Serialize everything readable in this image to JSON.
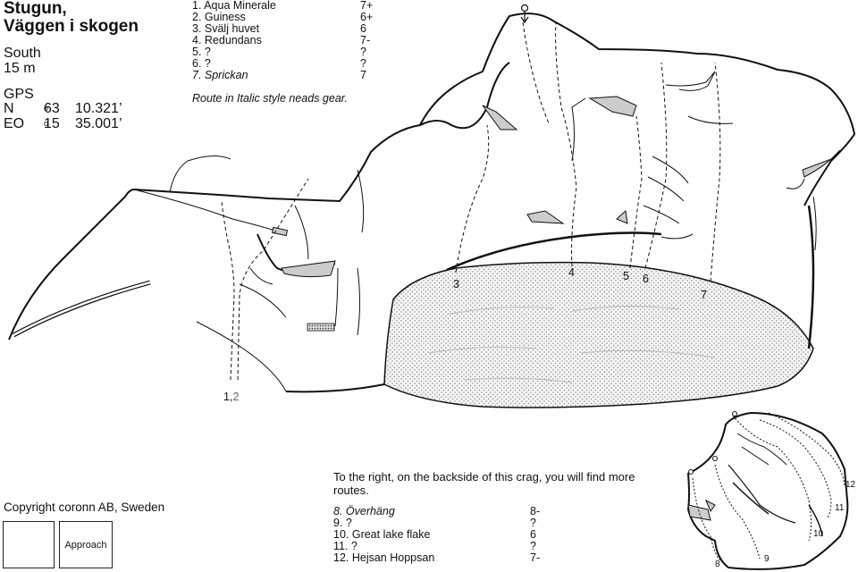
{
  "header": {
    "crag_name": "Stugun,",
    "wall_name": "Väggen i skogen",
    "aspect": "South",
    "height": "15 m",
    "gps_label": "GPS",
    "lat_dir": "N",
    "lat_deg": "63",
    "lat_min": "10.321’",
    "lon_dir": "EO",
    "lon_deg": "15",
    "lon_min": "35.001’",
    "degree_mark": "o"
  },
  "routes": [
    {
      "name": "1. Aqua Minerale",
      "grade": "7+",
      "italic": false
    },
    {
      "name": "2. Guiness",
      "grade": "6+",
      "italic": false
    },
    {
      "name": "3. Svälj huvet",
      "grade": "6",
      "italic": false
    },
    {
      "name": "4. Redundans",
      "grade": "7-",
      "italic": false
    },
    {
      "name": "5. ?",
      "grade": "?",
      "italic": false
    },
    {
      "name": "6. ?",
      "grade": "?",
      "italic": false
    },
    {
      "name": "7. Sprickan",
      "grade": "7",
      "italic": true
    }
  ],
  "gear_note": "Route in Italic style neads gear.",
  "topo_labels": {
    "r12_a": "1,",
    "r12_b": "2",
    "r3": "3",
    "r4": "4",
    "r5": "5",
    "r6": "6",
    "r7": "7"
  },
  "backside_text": "To the right, on the backside of this crag, you will find more routes.",
  "routes_back": [
    {
      "name": "8. Överhäng",
      "grade": "8-",
      "italic": true
    },
    {
      "name": "9. ?",
      "grade": "?",
      "italic": false
    },
    {
      "name": "10. Great lake flake",
      "grade": "6",
      "italic": false
    },
    {
      "name": "11. ?",
      "grade": "?",
      "italic": false
    },
    {
      "name": "12. Hejsan Hoppsan",
      "grade": "7-",
      "italic": false
    }
  ],
  "inset_labels": {
    "r8": "8",
    "r9": "9",
    "r10": "10",
    "r11": "11",
    "r12": "12"
  },
  "copyright": "Copyright coronn AB, Sweden",
  "approach_label": "Approach",
  "colors": {
    "line": "#111111",
    "rock_fill": "#cccccc",
    "dot_fill": "#f2f2f2"
  }
}
